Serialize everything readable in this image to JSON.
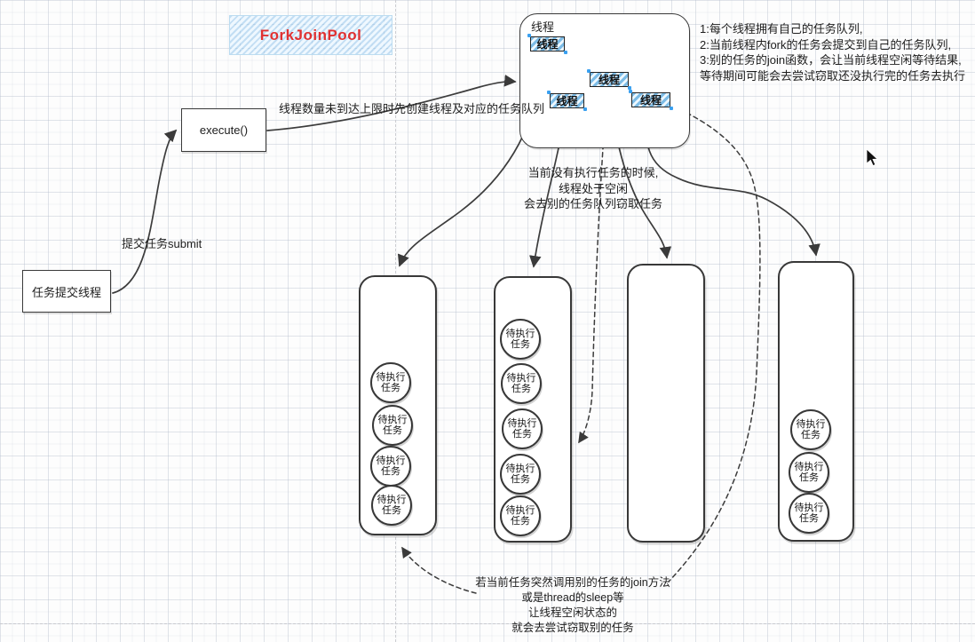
{
  "title": {
    "label": "ForkJoinPool"
  },
  "pool": {
    "label": "线程",
    "chips": [
      {
        "label": "线程"
      },
      {
        "label": "线程"
      },
      {
        "label": "线程"
      },
      {
        "label": "线程"
      }
    ]
  },
  "boxes": {
    "execute": {
      "label": "execute()"
    },
    "submitter": {
      "label": "任务提交线程"
    }
  },
  "edge_labels": {
    "create": "线程数量未到达上限时先创建线程及对应的任务队列",
    "submit": "提交任务submit"
  },
  "notes": {
    "right": [
      "1:每个线程拥有自己的任务队列,",
      "2:当前线程内fork的任务会提交到自己的任务队列,",
      "3:别的任务的join函数，会让当前线程空闲等待结果,",
      "等待期间可能会去尝试窃取还没执行完的任务去执行"
    ],
    "middle": [
      "当前没有执行任务的时候,",
      "线程处于空闲",
      "会去别的任务队列窃取任务"
    ],
    "bottom": [
      "若当前任务突然调用别的任务的join方法",
      "或是thread的sleep等",
      "让线程空闲状态的",
      "就会去尝试窃取别的任务"
    ]
  },
  "task_label": {
    "line1": "待执行",
    "line2": "任务"
  },
  "queues": [
    {
      "id": "queue-1",
      "task_count": 4
    },
    {
      "id": "queue-2",
      "task_count": 5
    },
    {
      "id": "queue-3",
      "task_count": 0
    },
    {
      "id": "queue-4",
      "task_count": 3
    }
  ],
  "colors": {
    "title_text": "#e03131",
    "chip_hatch": "#46a0dc",
    "stroke": "#3a3a3a"
  }
}
